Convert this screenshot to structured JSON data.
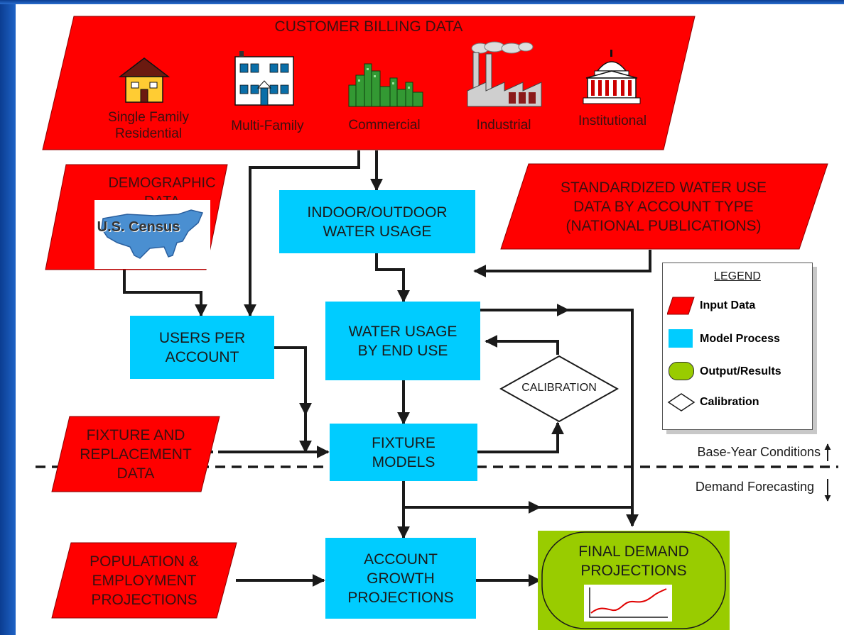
{
  "customer_billing": {
    "title": "CUSTOMER BILLING DATA",
    "categories": [
      {
        "label_lines": [
          "Single Family",
          "Residential"
        ],
        "icon": "house-icon"
      },
      {
        "label_lines": [
          "Multi-Family"
        ],
        "icon": "apartment-icon"
      },
      {
        "label_lines": [
          "Commercial"
        ],
        "icon": "city-skyline-icon"
      },
      {
        "label_lines": [
          "Industrial"
        ],
        "icon": "factory-icon"
      },
      {
        "label_lines": [
          "Institutional"
        ],
        "icon": "capitol-building-icon"
      }
    ]
  },
  "demographic": {
    "title_lines": [
      "DEMOGRAPHIC",
      "DATA"
    ],
    "census_label": "U.S. Census"
  },
  "standardized": {
    "lines": [
      "STANDARDIZED WATER USE",
      "DATA BY ACCOUNT TYPE",
      "(NATIONAL PUBLICATIONS)"
    ]
  },
  "fixture_data": {
    "lines": [
      "FIXTURE AND",
      "REPLACEMENT",
      "DATA"
    ]
  },
  "population": {
    "lines": [
      "POPULATION &",
      "EMPLOYMENT",
      "PROJECTIONS"
    ]
  },
  "processes": {
    "indoor_outdoor": [
      "INDOOR/OUTDOOR",
      "WATER USAGE"
    ],
    "users_per_account": [
      "USERS PER",
      "ACCOUNT"
    ],
    "water_usage_end_use": [
      "WATER USAGE",
      "BY END USE"
    ],
    "fixture_models": [
      "FIXTURE",
      "MODELS"
    ],
    "account_growth": [
      "ACCOUNT",
      "GROWTH",
      "PROJECTIONS"
    ]
  },
  "calibration": "CALIBRATION",
  "final": {
    "lines": [
      "FINAL DEMAND",
      "PROJECTIONS"
    ],
    "icon": "line-chart-icon"
  },
  "legend": {
    "title": "LEGEND",
    "items": [
      {
        "label": "Input Data",
        "swatch": "#ff0000"
      },
      {
        "label": "Model Process",
        "swatch": "#00ccff"
      },
      {
        "label": "Output/Results",
        "swatch": "#99cc00"
      },
      {
        "label": "Calibration",
        "swatch": "#ffffff"
      }
    ]
  },
  "phases": {
    "base_year": "Base-Year Conditions",
    "forecast": "Demand Forecasting"
  },
  "colors": {
    "input": "#ff0000",
    "process": "#00ccff",
    "output": "#99cc00",
    "frame": "#0b3d91"
  }
}
